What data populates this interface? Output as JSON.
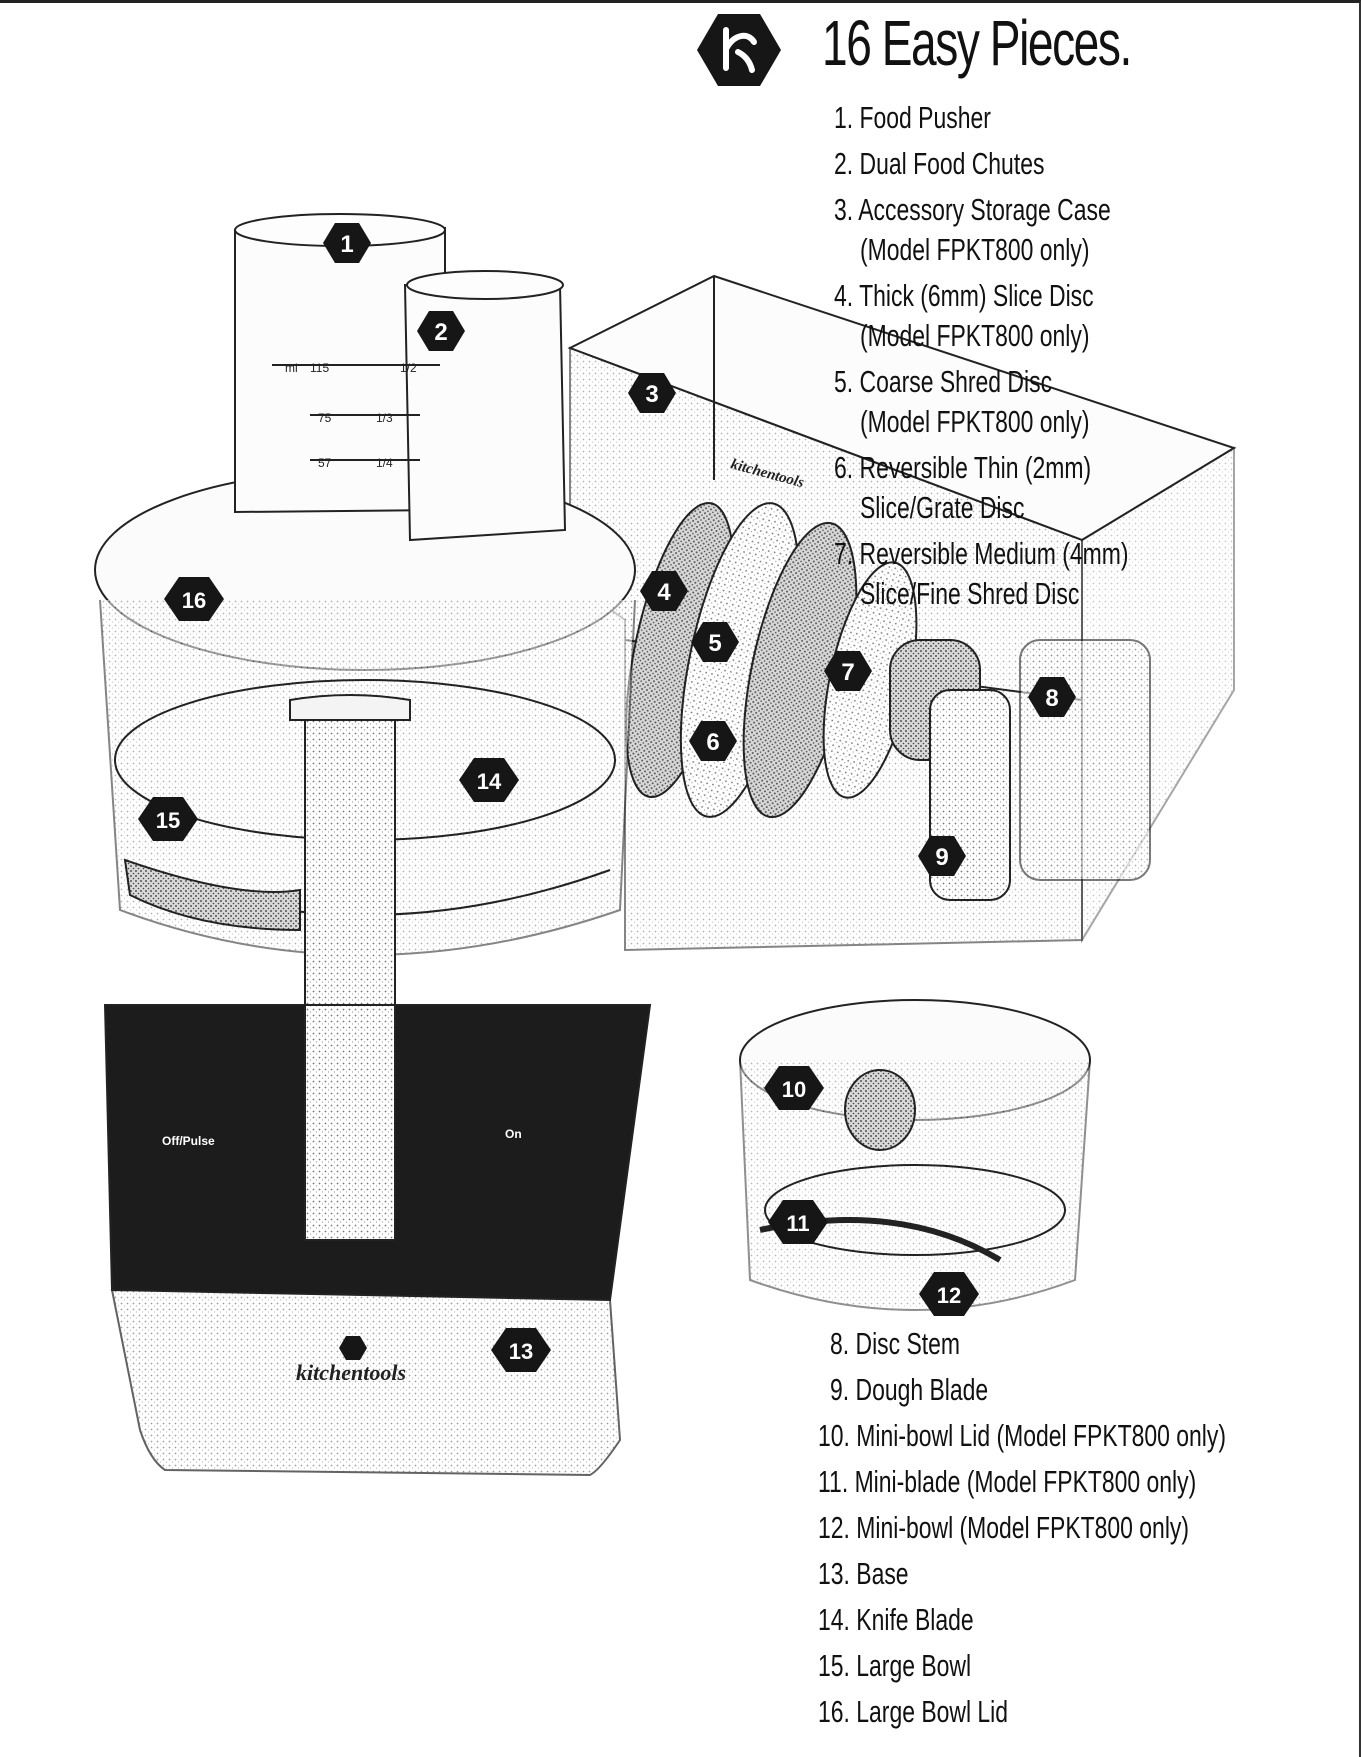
{
  "header": {
    "title": "16 Easy Pieces."
  },
  "pieces_top": [
    {
      "num": "1.",
      "name": "Food Pusher"
    },
    {
      "num": "2.",
      "name": "Dual Food Chutes"
    },
    {
      "num": "3.",
      "name": "Accessory Storage Case",
      "note": "(Model FPKT800 only)"
    },
    {
      "num": "4.",
      "name": "Thick (6mm) Slice Disc",
      "note": "(Model FPKT800 only)"
    },
    {
      "num": "5.",
      "name": "Coarse Shred Disc",
      "note": "(Model FPKT800 only)"
    },
    {
      "num": "6.",
      "name": "Reversible Thin (2mm)",
      "note": "Slice/Grate Disc"
    },
    {
      "num": "7.",
      "name": "Reversible Medium (4mm)",
      "note": "Slice/Fine Shred Disc"
    }
  ],
  "pieces_bottom": [
    {
      "num": "8.",
      "name": "Disc Stem"
    },
    {
      "num": "9.",
      "name": "Dough Blade"
    },
    {
      "num": "10.",
      "name": "Mini-bowl Lid (Model FPKT800 only)"
    },
    {
      "num": "11.",
      "name": "Mini-blade (Model FPKT800 only)"
    },
    {
      "num": "12.",
      "name": "Mini-bowl (Model FPKT800 only)"
    },
    {
      "num": "13.",
      "name": "Base"
    },
    {
      "num": "14.",
      "name": "Knife Blade"
    },
    {
      "num": "15.",
      "name": "Large Bowl"
    },
    {
      "num": "16.",
      "name": "Large Bowl Lid"
    }
  ],
  "callouts": [
    "1",
    "2",
    "3",
    "4",
    "5",
    "6",
    "7",
    "8",
    "9",
    "10",
    "11",
    "12",
    "13",
    "14",
    "15",
    "16"
  ],
  "illustration": {
    "base_buttons": {
      "off_pulse": "Off/Pulse",
      "on": "On"
    },
    "base_brand": "kitchentools",
    "case_brand": "kitchentools",
    "measure_marks": {
      "ml_label": "ml",
      "row1": [
        "115",
        "1/2"
      ],
      "row2": [
        "75",
        "1/3"
      ],
      "row3": [
        "57",
        "1/4"
      ]
    }
  },
  "colors": {
    "ink": "#111111",
    "callout_fill": "#161616",
    "panel": "#1c1c1c"
  }
}
